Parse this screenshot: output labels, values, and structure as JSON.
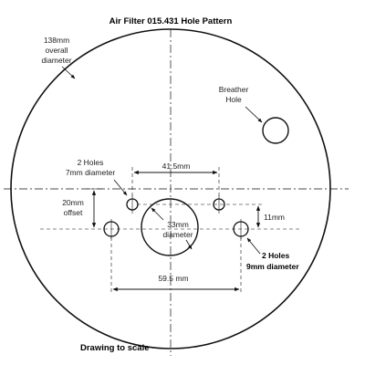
{
  "title": "Air Filter 015.431 Hole Pattern",
  "footer": "Drawing to scale",
  "labels": {
    "overall_line1": "138mm",
    "overall_line2": "overall",
    "overall_line3": "diameter",
    "breather_line1": "Breather",
    "breather_line2": "Hole",
    "small_holes_line1": "2 Holes",
    "small_holes_line2": "7mm diameter",
    "dim_41_5": "41.5mm",
    "offset_line1": "20mm",
    "offset_line2": "offset",
    "center_line1": "33mm",
    "center_line2": "diameter",
    "dim_11": "11mm",
    "large_holes_line1": "2 Holes",
    "large_holes_line2": "9mm diameter",
    "dim_59_5": "59.5 mm"
  },
  "colors": {
    "line": "#111111",
    "text": "#222222"
  }
}
